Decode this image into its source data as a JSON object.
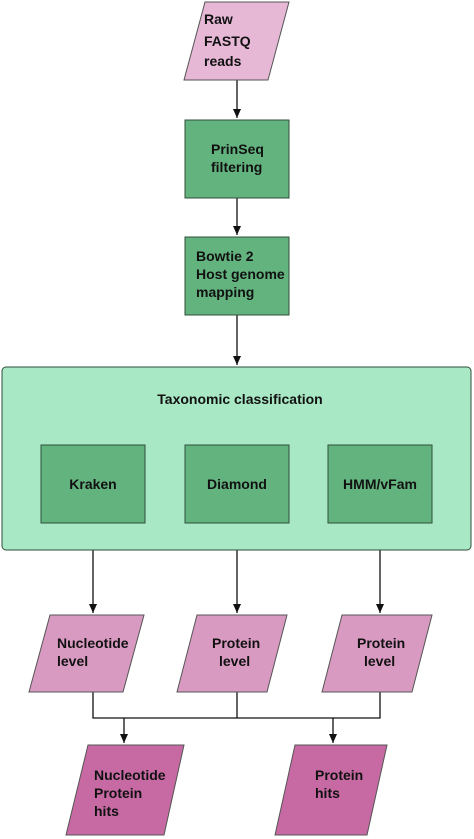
{
  "diagram": {
    "colors": {
      "raw_input": "#e6b8d6",
      "process_box": "#63b37f",
      "container": "#a8e8c4",
      "level_output": "#d99ac2",
      "hits_output": "#c76aa4",
      "edge": "#111111"
    },
    "raw_reads": {
      "lines": [
        "Raw",
        "FASTQ",
        "reads"
      ]
    },
    "prinseq": {
      "lines": [
        "PrinSeq",
        "filtering"
      ]
    },
    "bowtie": {
      "lines": [
        "Bowtie 2",
        "Host genome",
        "mapping"
      ]
    },
    "classification": {
      "title": "Taxonomic classification",
      "tools": [
        "Kraken",
        "Diamond",
        "HMM/vFam"
      ]
    },
    "levels": [
      {
        "lines": [
          "Nucleotide",
          "level"
        ]
      },
      {
        "lines": [
          "Protein",
          "level"
        ]
      },
      {
        "lines": [
          "Protein",
          "level"
        ]
      }
    ],
    "hits": [
      {
        "lines": [
          "Nucleotide",
          "Protein",
          "hits"
        ]
      },
      {
        "lines": [
          "Protein",
          "hits"
        ]
      }
    ]
  }
}
